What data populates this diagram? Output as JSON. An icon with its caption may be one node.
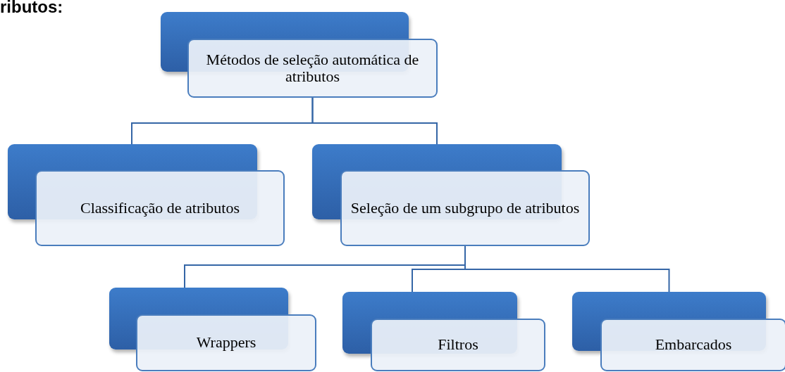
{
  "diagram": {
    "nodes": [
      {
        "text": [
          "Métodos de seleção automática de atributos"
        ]
      },
      {
        "text": [
          "Classificação de atributos"
        ]
      },
      {
        "text": [
          "Seleção de um subgrupo de atributos"
        ]
      },
      {
        "text": [
          "Wrappers"
        ]
      },
      {
        "text": [
          "Filtros"
        ]
      },
      {
        "text": [
          "Embarcados"
        ]
      }
    ],
    "edges": [
      {
        "from": 0,
        "to": 1,
        "arrow": "none"
      },
      {
        "from": 0,
        "to": 2,
        "arrow": "none"
      },
      {
        "from": 2,
        "to": 3,
        "arrow": "none"
      },
      {
        "from": 2,
        "to": 4,
        "arrow": "none"
      },
      {
        "from": 2,
        "to": 5,
        "arrow": "none"
      }
    ],
    "labels": [
      "ributos:"
    ]
  }
}
